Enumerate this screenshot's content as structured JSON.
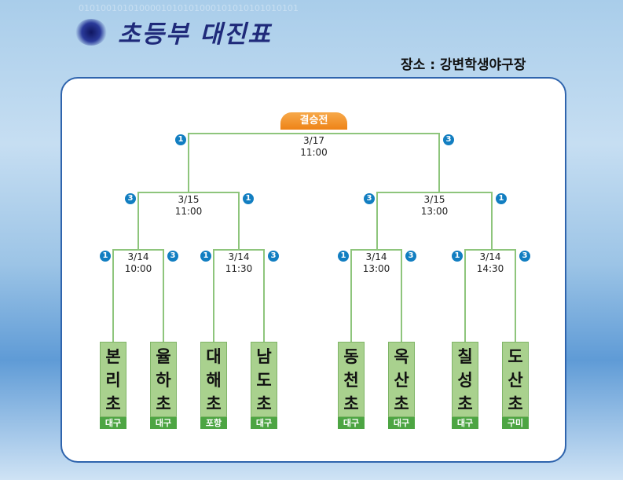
{
  "header": {
    "title": "초등부 대진표",
    "venue": "장소 : 강변학생야구장",
    "binary": "0101001010100001010101000101010101010101"
  },
  "final": {
    "label": "결승전",
    "date": "3/17",
    "time": "11:00",
    "left_score": "1",
    "right_score": "3"
  },
  "semis": [
    {
      "date": "3/15",
      "time": "11:00",
      "left_score": "3",
      "right_score": "1"
    },
    {
      "date": "3/15",
      "time": "13:00",
      "left_score": "3",
      "right_score": "1"
    }
  ],
  "quarters": [
    {
      "date": "3/14",
      "time": "10:00",
      "left_score": "1",
      "right_score": "3"
    },
    {
      "date": "3/14",
      "time": "11:30",
      "left_score": "1",
      "right_score": "3"
    },
    {
      "date": "3/14",
      "time": "13:00",
      "left_score": "1",
      "right_score": "3"
    },
    {
      "date": "3/14",
      "time": "14:30",
      "left_score": "1",
      "right_score": "3"
    }
  ],
  "teams": [
    {
      "name": "본리초",
      "region": "대구"
    },
    {
      "name": "율하초",
      "region": "대구"
    },
    {
      "name": "대해초",
      "region": "포항"
    },
    {
      "name": "남도초",
      "region": "대구"
    },
    {
      "name": "동천초",
      "region": "대구"
    },
    {
      "name": "옥산초",
      "region": "대구"
    },
    {
      "name": "칠성초",
      "region": "대구"
    },
    {
      "name": "도산초",
      "region": "구미"
    }
  ]
}
